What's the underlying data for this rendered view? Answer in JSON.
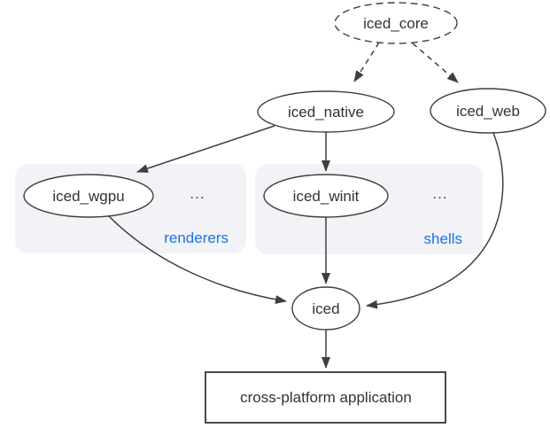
{
  "diagram": {
    "nodes": {
      "iced_core": {
        "label": "iced_core",
        "shape": "ellipse",
        "border": "dashed"
      },
      "iced_native": {
        "label": "iced_native",
        "shape": "ellipse",
        "border": "solid"
      },
      "iced_web": {
        "label": "iced_web",
        "shape": "ellipse",
        "border": "solid"
      },
      "iced_wgpu": {
        "label": "iced_wgpu",
        "shape": "ellipse",
        "border": "solid"
      },
      "iced_winit": {
        "label": "iced_winit",
        "shape": "ellipse",
        "border": "solid"
      },
      "iced": {
        "label": "iced",
        "shape": "ellipse",
        "border": "solid"
      },
      "app": {
        "label": "cross-platform application",
        "shape": "rectangle",
        "border": "solid"
      }
    },
    "groups": {
      "renderers": {
        "label": "renderers",
        "ellipsis": "...",
        "contains": [
          "iced_wgpu"
        ]
      },
      "shells": {
        "label": "shells",
        "ellipsis": "...",
        "contains": [
          "iced_winit"
        ]
      }
    },
    "edges": [
      {
        "from": "iced_core",
        "to": "iced_native",
        "style": "dashed"
      },
      {
        "from": "iced_core",
        "to": "iced_web",
        "style": "dashed"
      },
      {
        "from": "iced_native",
        "to": "iced_wgpu",
        "style": "solid"
      },
      {
        "from": "iced_native",
        "to": "iced_winit",
        "style": "solid"
      },
      {
        "from": "iced_wgpu",
        "to": "iced",
        "style": "solid"
      },
      {
        "from": "iced_winit",
        "to": "iced",
        "style": "solid"
      },
      {
        "from": "iced_web",
        "to": "iced",
        "style": "solid"
      },
      {
        "from": "iced",
        "to": "app",
        "style": "solid"
      }
    ],
    "colors": {
      "background": "#ffffff",
      "stroke": "#3f3f3f",
      "text": "#333333",
      "text_muted": "#454545",
      "label_blue": "#1a73e8",
      "group_fill": "#f1f3f7"
    }
  }
}
